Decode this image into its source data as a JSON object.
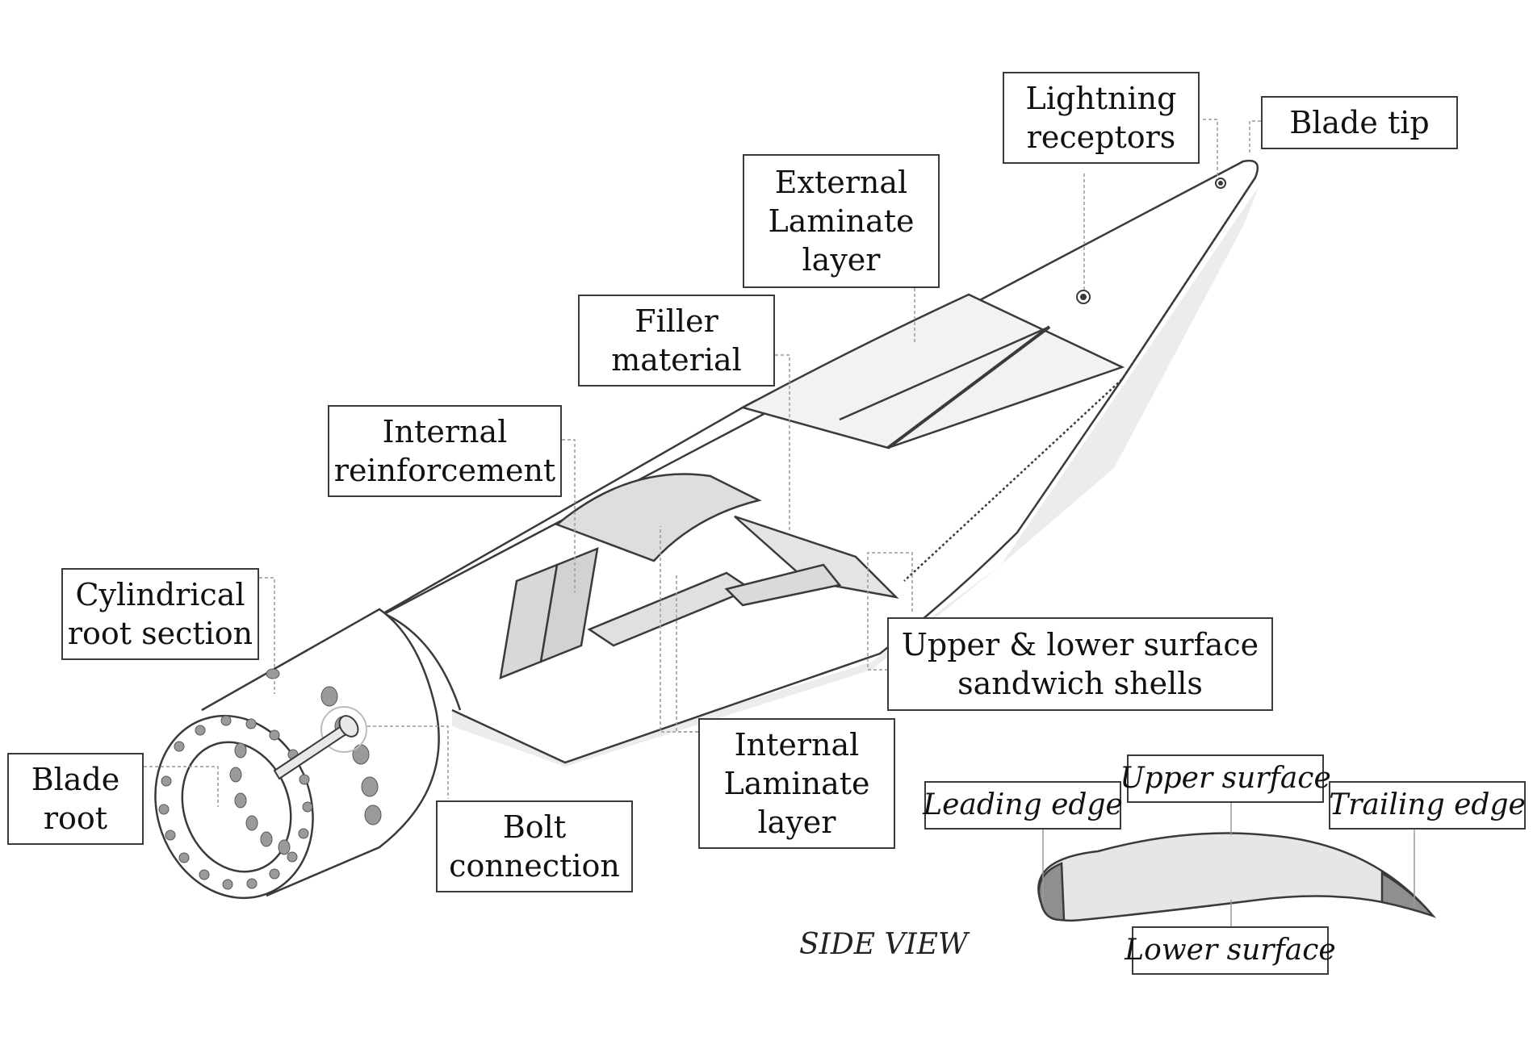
{
  "labels": {
    "lightning_receptors": [
      "Lightning",
      "receptors"
    ],
    "blade_tip": [
      "Blade tip"
    ],
    "external_laminate": [
      "External",
      "Laminate",
      "layer"
    ],
    "filler_material": [
      "Filler",
      "material"
    ],
    "internal_reinforcement": [
      "Internal",
      "reinforcement"
    ],
    "cylindrical_root": [
      "Cylindrical",
      "root section"
    ],
    "blade_root": [
      "Blade",
      "root"
    ],
    "bolt_connection": [
      "Bolt",
      "connection"
    ],
    "internal_laminate": [
      "Internal",
      "Laminate",
      "layer"
    ],
    "sandwich_shells": [
      "Upper & lower surface",
      "sandwich shells"
    ]
  },
  "side_view": {
    "title": "SIDE VIEW",
    "leading_edge": "Leading edge",
    "upper_surface": "Upper surface",
    "trailing_edge": "Trailing edge",
    "lower_surface": "Lower surface"
  },
  "colors": {
    "outline": "#3a3a3a",
    "shade_light": "#efefef",
    "shade_mid": "#dcdcdc",
    "shade_dark": "#9a9a9a",
    "leader": "#9a9a9a"
  }
}
